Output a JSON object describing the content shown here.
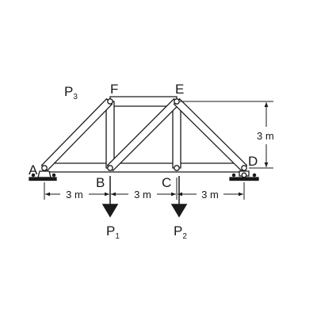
{
  "nodes": {
    "a": "A",
    "b": "B",
    "c": "C",
    "d": "D",
    "e": "E",
    "f": "F"
  },
  "loads": {
    "p1": {
      "letter": "P",
      "sub": "1"
    },
    "p2": {
      "letter": "P",
      "sub": "2"
    },
    "p3": {
      "letter": "P",
      "sub": "3"
    }
  },
  "dimensions": {
    "span_ab": "3 m",
    "span_bc": "3 m",
    "span_cd": "3 m",
    "height": "3 m"
  },
  "colors": {
    "stroke": "#1a1a1a",
    "fill": "#ffffff"
  }
}
